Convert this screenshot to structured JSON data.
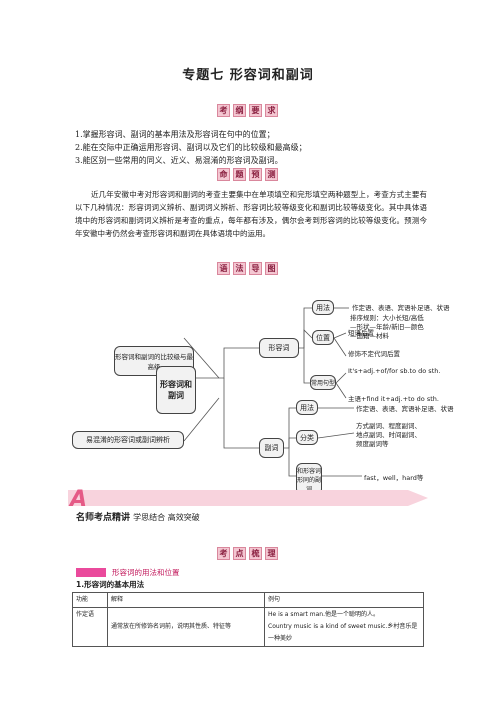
{
  "title": "专题七  形容词和副词",
  "sections": {
    "requirements_tag": [
      "考",
      "纲",
      "要",
      "求"
    ],
    "propositions_tag": [
      "命",
      "题",
      "预",
      "测"
    ],
    "grammar_tag": [
      "语",
      "法",
      "导",
      "图"
    ],
    "points_tag": [
      "考",
      "点",
      "梳",
      "理"
    ]
  },
  "requirements": [
    "1.掌握形容词、副词的基本用法及形容词在句中的位置；",
    "2.能在交际中正确运用形容词、副词以及它们的比较级和最高级；",
    "3.能区别一些常用的同义、近义、易混淆的形容词及副词。"
  ],
  "prediction_text": "近几年安徽中考对形容词和副词的考查主要集中在单项填空和完形填空两种题型上，考查方式主要有以下几种情况：形容词词义辨析、副词词义辨析、形容词比较等级变化和副词比较等级变化。其中具体语境中的形容词和副词词义辨析是考查的重点，每年都有涉及，偶尔会考到形容词的比较等级变化。预测今年安徽中考仍然会考查形容词和副词在具体语境中的运用。",
  "mindmap": {
    "center": "形容词和副词",
    "left_top": "形容词和副词的比较级与最高级",
    "left_bottom": "易混淆的形容词或副词辨析",
    "adj": "形容词",
    "adv": "副词",
    "adj_usage": "用法",
    "adj_usage_text": "作定语、表语、宾语补足语、状语",
    "adj_position": "位置",
    "adj_order": "排序规则：大小长短/高低—形状—年龄/新旧—颜色—国籍—材料",
    "adj_pos1": "短语后置",
    "adj_pos2": "修饰不定代词后置",
    "adj_patterns": "常用句型",
    "pattern1": "It's+adj.+of/for sb.to do sth.",
    "pattern2": "主语+find it+adj.+to do sth.",
    "adv_usage": "用法",
    "adv_usage_text": "作定语、表语、宾语补足语、状语",
    "adv_class": "分类",
    "adv_class_text": "方式副词、程度副词、地点副词、时间副词、频度副词等",
    "same_form": "和形容词形同的副词",
    "same_form_text": "fast，well，hard等"
  },
  "banner_letter": "A",
  "famous": {
    "main": "名师考点精讲",
    "sub": "学思结合  高效突破"
  },
  "subsection": "形容词的用法和位置",
  "point1": "1.形容词的基本用法",
  "table": {
    "headers": [
      "功能",
      "解释",
      "例句"
    ],
    "rows": [
      [
        "作定语",
        "通常放在所修饰名词前，说明其性质、特征等",
        "He is a smart man.他是一个聪明的人。",
        "Country music is a kind of sweet music.乡村音乐是一种美妙"
      ]
    ]
  }
}
